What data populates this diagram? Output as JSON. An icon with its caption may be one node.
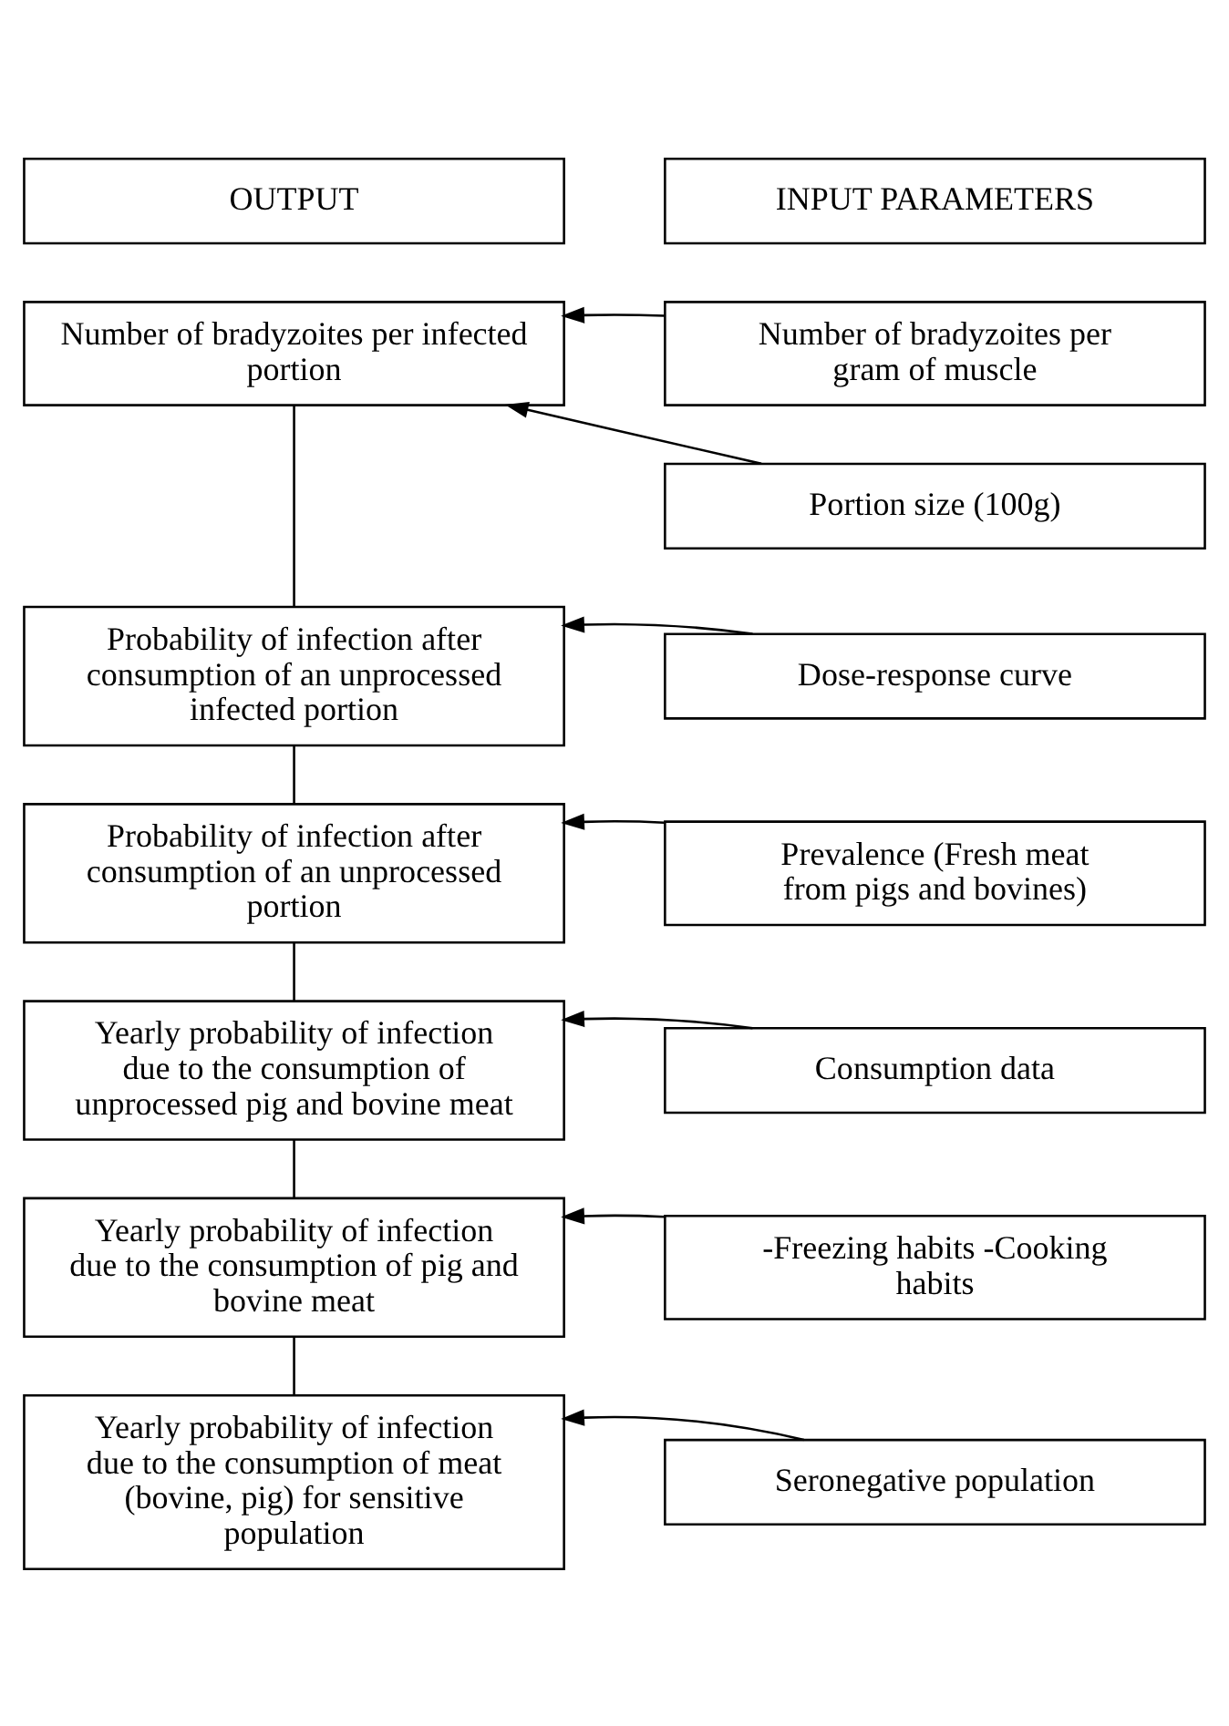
{
  "diagram": {
    "nodes": [
      {
        "text": [
          "OUTPUT"
        ]
      },
      {
        "text": [
          "INPUT PARAMETERS"
        ]
      },
      {
        "text": [
          "Number of bradyzoites per infected portion"
        ]
      },
      {
        "text": [
          "Number of bradyzoites per gram of muscle"
        ]
      },
      {
        "text": [
          "Portion size (100g)"
        ]
      },
      {
        "text": [
          "Dose-response curve"
        ]
      },
      {
        "text": [
          "Probability of infection after consumption of an unprocessed infected portion"
        ]
      },
      {
        "text": [
          "Prevalence (Fresh meat from pigs and bovines)"
        ]
      },
      {
        "text": [
          "Probability of infection after consumption of an unprocessed portion"
        ]
      },
      {
        "text": [
          "Consumption data"
        ]
      },
      {
        "text": [
          "Yearly probability of infection due to the consumption of unprocessed pig and bovine meat"
        ]
      },
      {
        "text": [
          "-Freezing habits -Cooking habits"
        ]
      },
      {
        "text": [
          "Yearly probability of infection due to the consumption of pig and bovine meat"
        ]
      },
      {
        "text": [
          "Seronegative population"
        ]
      },
      {
        "text": [
          "Yearly probability of infection due to the consumption of meat (bovine, pig) for sensitive population"
        ]
      }
    ],
    "edges": [
      {
        "from": 3,
        "to": 2,
        "arrow": "to"
      },
      {
        "from": 4,
        "to": 2,
        "arrow": "to"
      },
      {
        "from": 2,
        "to": 6,
        "arrow": "none"
      },
      {
        "from": 5,
        "to": 6,
        "arrow": "to"
      },
      {
        "from": 6,
        "to": 8,
        "arrow": "none"
      },
      {
        "from": 7,
        "to": 8,
        "arrow": "to"
      },
      {
        "from": 8,
        "to": 10,
        "arrow": "none"
      },
      {
        "from": 9,
        "to": 10,
        "arrow": "to"
      },
      {
        "from": 10,
        "to": 12,
        "arrow": "none"
      },
      {
        "from": 11,
        "to": 12,
        "arrow": "to"
      },
      {
        "from": 12,
        "to": 14,
        "arrow": "none"
      },
      {
        "from": 13,
        "to": 14,
        "arrow": "to"
      }
    ]
  }
}
